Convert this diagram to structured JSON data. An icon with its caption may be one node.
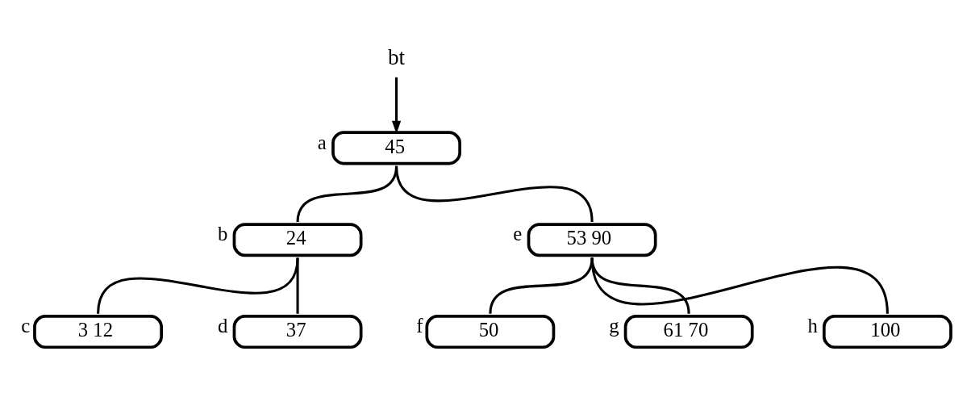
{
  "diagram": {
    "nodes": [
      {
        "text": [
          "bt"
        ]
      },
      {
        "text": [
          "45"
        ],
        "beside": [
          "a"
        ]
      },
      {
        "text": [
          "24"
        ],
        "beside": [
          "b"
        ]
      },
      {
        "text": [
          "53 90"
        ],
        "beside": [
          "e"
        ]
      },
      {
        "text": [
          "3 12"
        ],
        "beside": [
          "c"
        ]
      },
      {
        "text": [
          "37"
        ],
        "beside": [
          "d"
        ]
      },
      {
        "text": [
          "50"
        ],
        "beside": [
          "f"
        ]
      },
      {
        "text": [
          "61 70"
        ],
        "beside": [
          "g"
        ]
      },
      {
        "text": [
          "100"
        ],
        "beside": [
          "h"
        ]
      }
    ],
    "edges": [
      {
        "from": 0,
        "to": 1,
        "arrow": "to"
      },
      {
        "from": 1,
        "to": 2,
        "arrow": "none"
      },
      {
        "from": 1,
        "to": 3,
        "arrow": "none"
      },
      {
        "from": 2,
        "to": 4,
        "arrow": "none"
      },
      {
        "from": 2,
        "to": 5,
        "arrow": "none"
      },
      {
        "from": 3,
        "to": 6,
        "arrow": "none"
      },
      {
        "from": 3,
        "to": 7,
        "arrow": "none"
      },
      {
        "from": 3,
        "to": 8,
        "arrow": "none"
      }
    ]
  }
}
